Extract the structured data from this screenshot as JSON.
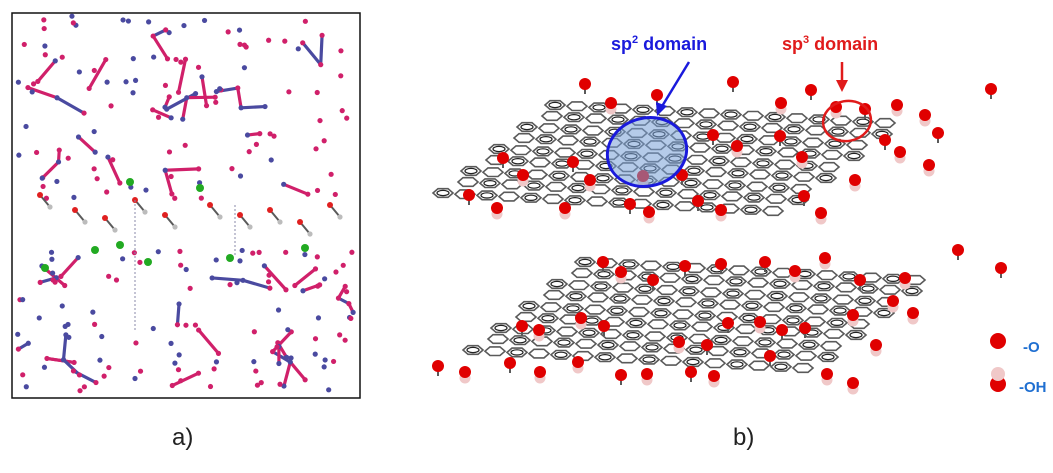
{
  "panel_a": {
    "label": "a)"
  },
  "panel_b": {
    "label": "b)",
    "callouts": {
      "sp2": {
        "prefix": "sp",
        "sup": "2",
        "suffix": " domain",
        "color": "#1a1adc"
      },
      "sp3": {
        "prefix": "sp",
        "sup": "3",
        "suffix": " domain",
        "color": "#e01b1b"
      }
    },
    "legend": {
      "o_label": "-O",
      "oh_label": "-OH",
      "o_color": "#e00000",
      "h_color": "#f0c8c8",
      "text_color": "#1f6fd1"
    }
  },
  "colors": {
    "lattice_pink": "#d0206a",
    "lattice_blue": "#4a4aa0",
    "bond_gray": "#5a5a5a",
    "hydrogen_gray": "#bcbcbc",
    "green_atom": "#22aa22"
  }
}
